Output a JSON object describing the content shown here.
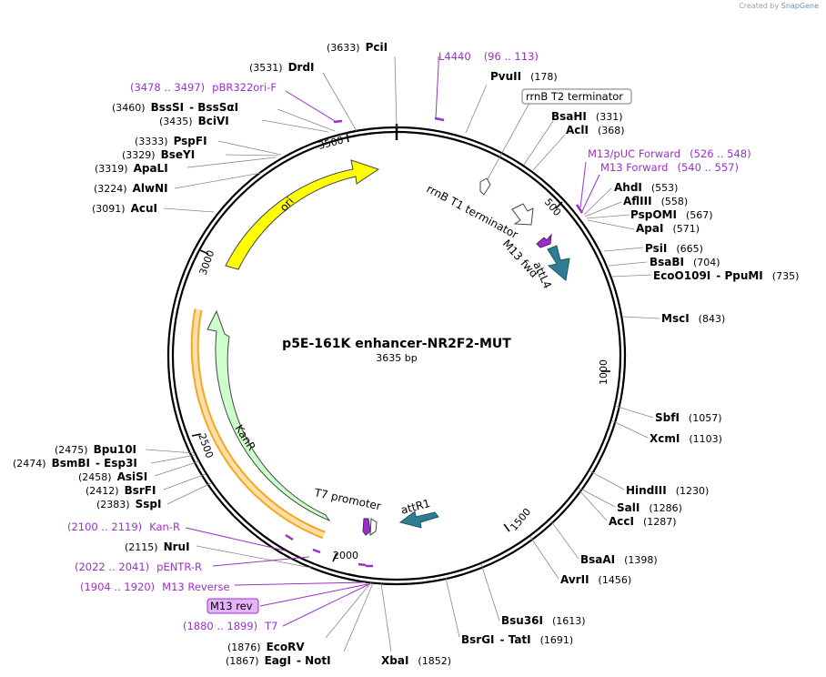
{
  "credit": {
    "prefix": "Created by",
    "brand": "SnapGene"
  },
  "plasmid": {
    "name": "p5E-161K enhancer-NR2F2-MUT",
    "size": "3635 bp"
  },
  "ticks": [
    "500",
    "1000",
    "1500",
    "2000",
    "2500",
    "3000",
    "3500"
  ],
  "features": {
    "ori": "ori",
    "kanr": "KanR",
    "attl4": "attL4",
    "attr1": "attR1",
    "m13fwd": "M13 fwd",
    "t7promoter": "T7 promoter",
    "rrnbt1": "rrnB T1 terminator",
    "rrnbt2": "rrnB T2 terminator"
  },
  "enzymes": {
    "pcii": {
      "name": "PciI",
      "pos": "(3633)"
    },
    "drdi": {
      "name": "DrdI",
      "pos": "(3531)"
    },
    "bsssi": {
      "name": "BssSI",
      "pos": "(3460)",
      "extra": "- BssSαI"
    },
    "bcivi": {
      "name": "BciVI",
      "pos": "(3435)"
    },
    "pspfi": {
      "name": "PspFI",
      "pos": "(3333)"
    },
    "bseyi": {
      "name": "BseYI",
      "pos": "(3329)"
    },
    "apali": {
      "name": "ApaLI",
      "pos": "(3319)"
    },
    "alwni": {
      "name": "AlwNI",
      "pos": "(3224)"
    },
    "acui": {
      "name": "AcuI",
      "pos": "(3091)"
    },
    "pvuii": {
      "name": "PvuII",
      "pos": "(178)"
    },
    "bsahi": {
      "name": "BsaHI",
      "pos": "(331)"
    },
    "acli": {
      "name": "AclI",
      "pos": "(368)"
    },
    "ahdi": {
      "name": "AhdI",
      "pos": "(553)"
    },
    "aflIII": {
      "name": "AflIII",
      "pos": "(558)"
    },
    "pspomi": {
      "name": "PspOMI",
      "pos": "(567)"
    },
    "apai": {
      "name": "ApaI",
      "pos": "(571)"
    },
    "psii": {
      "name": "PsiI",
      "pos": "(665)"
    },
    "bsabi": {
      "name": "BsaBI",
      "pos": "(704)"
    },
    "eco0109i": {
      "name": "EcoO109I",
      "extra": "- PpuMI",
      "pos": "(735)"
    },
    "msci": {
      "name": "MscI",
      "pos": "(843)"
    },
    "sbfi": {
      "name": "SbfI",
      "pos": "(1057)"
    },
    "xcmi": {
      "name": "XcmI",
      "pos": "(1103)"
    },
    "hindiii": {
      "name": "HindIII",
      "pos": "(1230)"
    },
    "sali": {
      "name": "SalI",
      "pos": "(1286)"
    },
    "acci": {
      "name": "AccI",
      "pos": "(1287)"
    },
    "bsaai": {
      "name": "BsaAI",
      "pos": "(1398)"
    },
    "avrii": {
      "name": "AvrII",
      "pos": "(1456)"
    },
    "bsu36i": {
      "name": "Bsu36I",
      "pos": "(1613)"
    },
    "bsrgi": {
      "name": "BsrGI",
      "extra": "- TatI",
      "pos": "(1691)"
    },
    "xbai": {
      "name": "XbaI",
      "pos": "(1852)"
    },
    "eagi": {
      "name": "EagI",
      "extra": "- NotI",
      "pos": "(1867)"
    },
    "ecorv": {
      "name": "EcoRV",
      "pos": "(1876)"
    },
    "nrui": {
      "name": "NruI",
      "pos": "(2115)"
    },
    "sspi": {
      "name": "SspI",
      "pos": "(2383)"
    },
    "bsrfi": {
      "name": "BsrFI",
      "pos": "(2412)"
    },
    "asisi": {
      "name": "AsiSI",
      "pos": "(2458)"
    },
    "bsmbi": {
      "name": "BsmBI",
      "extra": "- Esp3I",
      "pos": "(2474)"
    },
    "bpu10i": {
      "name": "Bpu10I",
      "pos": "(2475)"
    }
  },
  "primers": {
    "l4440": {
      "name": "L4440",
      "range": "(96 .. 113)"
    },
    "m13puc": {
      "name": "M13/pUC Forward",
      "range": "(526 .. 548)"
    },
    "m13fwd": {
      "name": "M13 Forward",
      "range": "(540 .. 557)"
    },
    "pbr322": {
      "name": "pBR322ori-F",
      "range": "(3478 .. 3497)"
    },
    "kanr": {
      "name": "Kan-R",
      "range": "(2100 .. 2119)"
    },
    "pentr": {
      "name": "pENTR-R",
      "range": "(2022 .. 2041)"
    },
    "m13rev": {
      "name": "M13 Reverse",
      "range": "(1904 .. 1920)"
    },
    "m13revbox": {
      "name": "M13 rev"
    },
    "t7": {
      "name": "T7",
      "range": "(1880 .. 1899)"
    }
  },
  "colors": {
    "ori": "#ffff00",
    "kanr": "#ccffcc",
    "kanr_highlight": "#f5a623",
    "att": "#2f7d95",
    "primer": "#9b30c8",
    "m13rev_box": "#e5b3f7"
  }
}
